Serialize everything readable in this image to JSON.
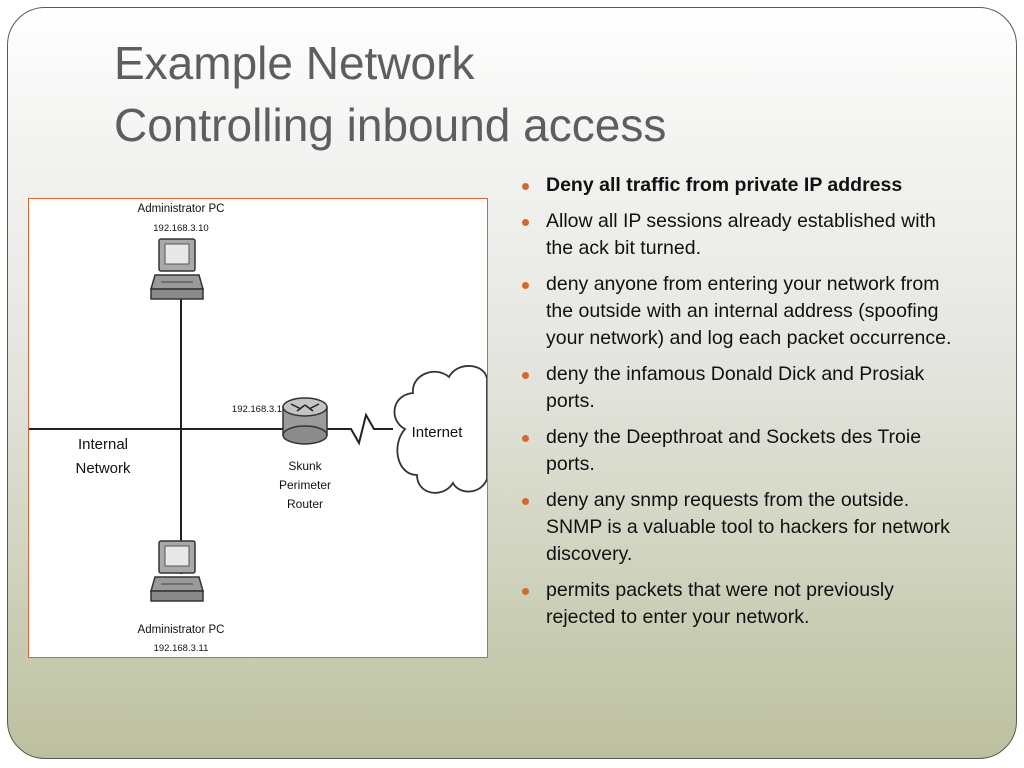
{
  "slide": {
    "title_line1": "Example Network",
    "title_line2": "Controlling inbound access"
  },
  "diagram": {
    "admin_top_label": "Administrator PC",
    "admin_top_ip": "192.168.3.10",
    "admin_bottom_label": "Administrator PC",
    "admin_bottom_ip": "192.168.3.11",
    "router_ip": "192.168.3.1",
    "router_label_1": "Skunk",
    "router_label_2": "Perimeter",
    "router_label_3": "Router",
    "internal_label_1": "Internal",
    "internal_label_2": "Network",
    "internet_label": "Internet"
  },
  "bullets": [
    {
      "text": " Deny all traffic from private IP address",
      "bold": true
    },
    {
      "text": "Allow all IP sessions already established with the ack bit turned.",
      "bold": false
    },
    {
      "text": "deny anyone from entering your network from the outside with an internal address (spoofing your network) and log each packet occurrence.",
      "bold": false
    },
    {
      "text": "deny the infamous Donald Dick and Prosiak ports.",
      "bold": false
    },
    {
      "text": "deny the Deepthroat and Sockets des Troie ports.",
      "bold": false
    },
    {
      "text": "deny any snmp requests from the outside. SNMP is a valuable tool to hackers for network discovery.",
      "bold": false
    },
    {
      "text": "permits packets that were not previously rejected to enter your network.",
      "bold": false
    }
  ],
  "colors": {
    "bullet": "#d2692e",
    "diagram_border": "#d8663a",
    "title": "#5e5e5e"
  }
}
